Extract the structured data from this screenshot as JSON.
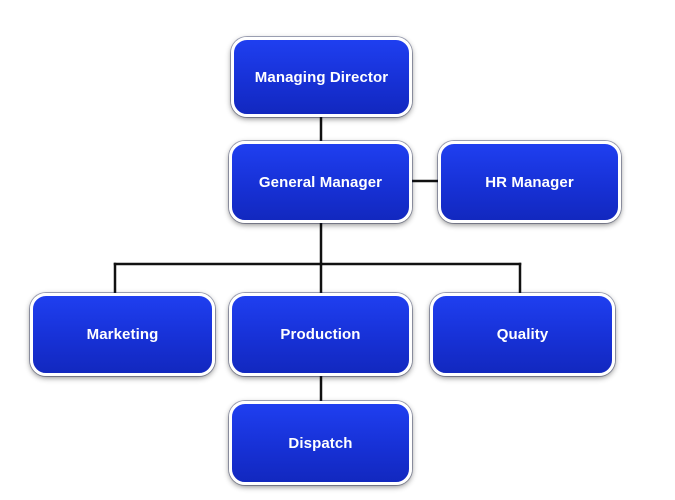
{
  "diagram": {
    "type": "org-chart",
    "node_color": "#1a36e0",
    "border_color": "#ffffff",
    "connector_color": "#111111",
    "nodes": {
      "managing_director": "Managing Director",
      "general_manager": "General Manager",
      "hr_manager": "HR Manager",
      "marketing": "Marketing",
      "production": "Production",
      "quality": "Quality",
      "dispatch": "Dispatch"
    },
    "edges": [
      [
        "managing_director",
        "general_manager"
      ],
      [
        "general_manager",
        "hr_manager"
      ],
      [
        "general_manager",
        "marketing"
      ],
      [
        "general_manager",
        "production"
      ],
      [
        "general_manager",
        "quality"
      ],
      [
        "production",
        "dispatch"
      ]
    ]
  }
}
